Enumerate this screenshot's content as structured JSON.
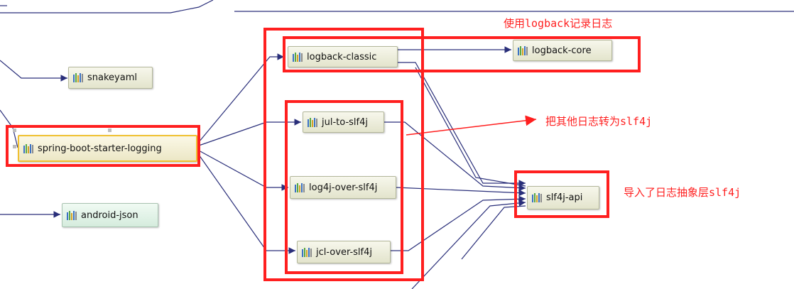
{
  "nodes": {
    "logback_classic": "logback-classic",
    "logback_core": "logback-core",
    "snakeyaml": "snakeyaml",
    "jul_to_slf4j": "jul-to-slf4j",
    "spring_boot_starter_logging": "spring-boot-starter-logging",
    "log4j_over_slf4j": "log4j-over-slf4j",
    "slf4j_api": "slf4j-api",
    "android_json": "android-json",
    "jcl_over_slf4j": "jcl-over-slf4j"
  },
  "annotations": {
    "logback": "使用logback记录日志",
    "convert": "把其他日志转为slf4j",
    "import": "导入了日志抽象层slf4j"
  },
  "icon": "jar-library-icon",
  "colors": {
    "highlight": "#ff1f1f",
    "edge": "#2a2f7a",
    "node_fill": "#e3e4cc",
    "selected_border": "#f0c030",
    "green_node_fill": "#d5ecdd"
  }
}
